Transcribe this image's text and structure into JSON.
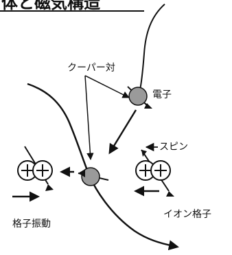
{
  "labels": {
    "title": "体と磁気構造",
    "cooper_pair": "クーパー対",
    "electron": "電子",
    "spin": "スピン",
    "lattice_vibration": "格子振動",
    "ion_lattice": "イオン格子"
  },
  "colors": {
    "ink": "#111111",
    "particle_fill": "#9a9a9a",
    "background": "#ffffff"
  }
}
